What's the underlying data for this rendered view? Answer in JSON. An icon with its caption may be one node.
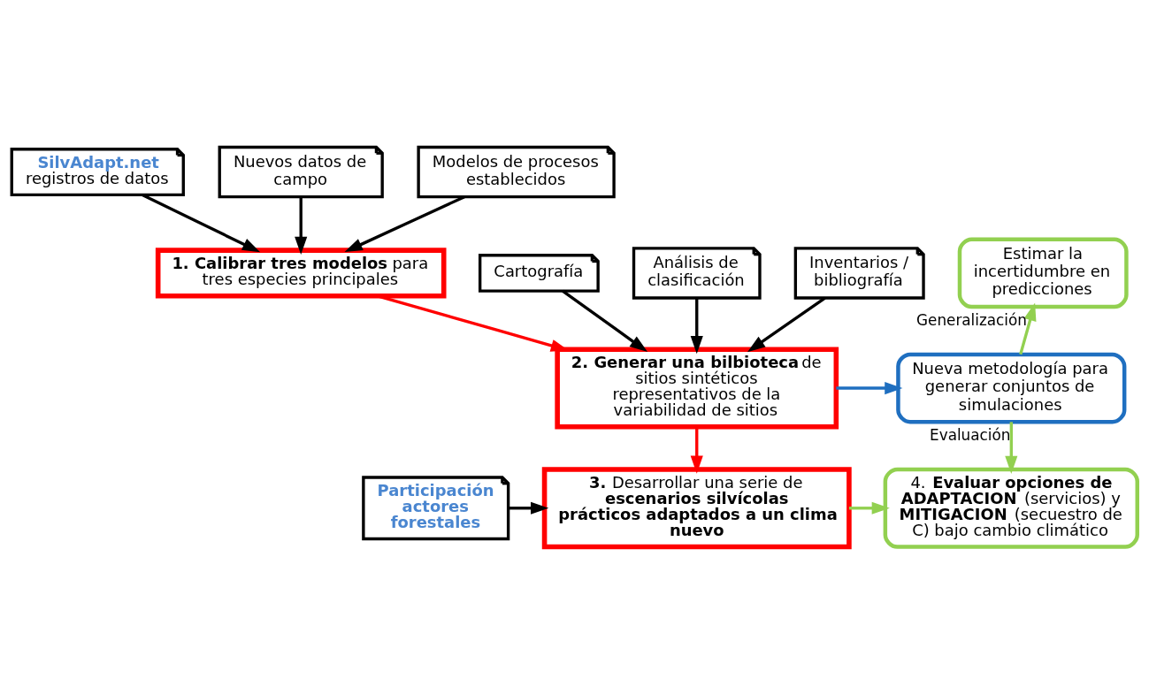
{
  "diagram": {
    "nodes": [
      {
        "text": [
          "SilvAdapt.net",
          "registros de datos"
        ]
      },
      {
        "text": [
          "Nuevos datos de campo"
        ]
      },
      {
        "text": [
          "Modelos de procesos establecidos"
        ]
      },
      {
        "text": [
          "**1. Calibrar tres modelos** para tres especies principales"
        ]
      },
      {
        "text": [
          "Cartografía"
        ]
      },
      {
        "text": [
          "Análisis de clasificación"
        ]
      },
      {
        "text": [
          "Inventarios / bibliografía"
        ]
      },
      {
        "text": [
          "**2. Generar una bilbioteca** de sitios sintéticos representativos de la variabilidad de sitios"
        ]
      },
      {
        "text": [
          "Estimar la incertidumbre en predicciones"
        ]
      },
      {
        "text": [
          "Nueva metodología para generar conjuntos de simulaciones"
        ]
      },
      {
        "text": [
          "Participación actores forestales"
        ]
      },
      {
        "text": [
          "**3.** Desarrollar una serie de **escenarios silvícolas prácticos adaptados a un clima nuevo**"
        ]
      },
      {
        "text": [
          "4. **Evaluar opciones de ADAPTACION** (servicios) y **MITIGACION** (secuestro de C) bajo cambio climático"
        ]
      }
    ],
    "edges": [
      {
        "from": 0,
        "to": 3,
        "arrow": "to"
      },
      {
        "from": 1,
        "to": 3,
        "arrow": "to"
      },
      {
        "from": 2,
        "to": 3,
        "arrow": "to"
      },
      {
        "from": 3,
        "to": 7,
        "arrow": "to",
        "color": "#ff0000"
      },
      {
        "from": 4,
        "to": 7,
        "arrow": "to"
      },
      {
        "from": 5,
        "to": 7,
        "arrow": "to"
      },
      {
        "from": 6,
        "to": 7,
        "arrow": "to"
      },
      {
        "from": 7,
        "to": 9,
        "arrow": "to",
        "color": "#1f6fc0"
      },
      {
        "from": 9,
        "to": 8,
        "arrow": "to",
        "label": "Generalización",
        "color": "#92d050"
      },
      {
        "from": 9,
        "to": 12,
        "arrow": "to",
        "label": "Evaluación",
        "color": "#92d050"
      },
      {
        "from": 7,
        "to": 11,
        "arrow": "to",
        "color": "#ff0000"
      },
      {
        "from": 10,
        "to": 11,
        "arrow": "to"
      },
      {
        "from": 11,
        "to": 12,
        "arrow": "to",
        "color": "#92d050"
      }
    ]
  }
}
